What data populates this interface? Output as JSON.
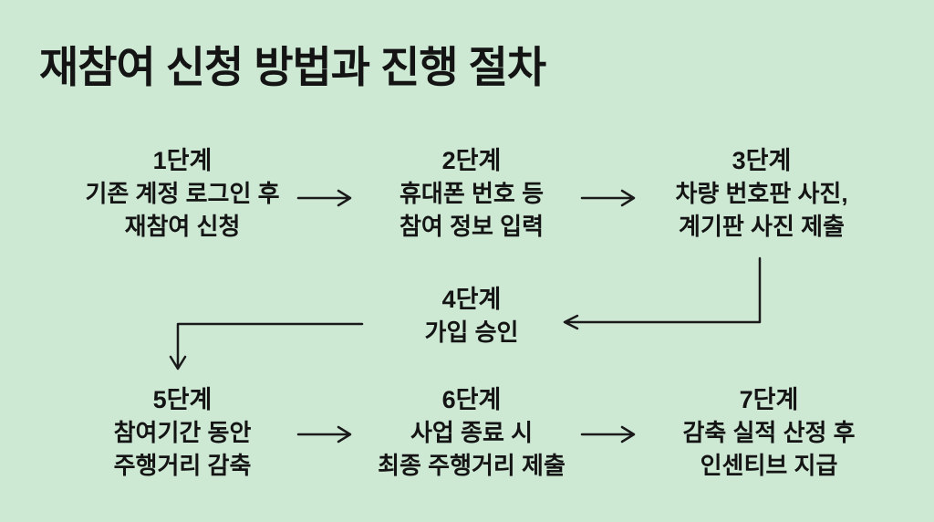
{
  "title": "재참여 신청 방법과 진행 절차",
  "colors": {
    "background": "#cde9d4",
    "text": "#141414",
    "arrow_line": "#1a1a1a"
  },
  "steps": [
    {
      "label": "1단계",
      "lines": [
        "기존 계정 로그인 후",
        "재참여 신청"
      ]
    },
    {
      "label": "2단계",
      "lines": [
        "휴대폰 번호 등",
        "참여 정보 입력"
      ]
    },
    {
      "label": "3단계",
      "lines": [
        "차량 번호판 사진,",
        "계기판 사진 제출"
      ]
    },
    {
      "label": "4단계",
      "lines": [
        "가입 승인"
      ]
    },
    {
      "label": "5단계",
      "lines": [
        "참여기간 동안",
        "주행거리 감축"
      ]
    },
    {
      "label": "6단계",
      "lines": [
        "사업 종료 시",
        "최종 주행거리 제출"
      ]
    },
    {
      "label": "7단계",
      "lines": [
        "감축 실적 산정 후",
        "인센티브 지급"
      ]
    }
  ],
  "connectors": [
    {
      "from": "1단계",
      "to": "2단계",
      "shape": "right-arrow"
    },
    {
      "from": "2단계",
      "to": "3단계",
      "shape": "right-arrow"
    },
    {
      "from": "3단계",
      "to": "4단계",
      "shape": "elbow-down-left-arrow"
    },
    {
      "from": "4단계",
      "to": "5단계",
      "shape": "elbow-left-down-arrow"
    },
    {
      "from": "5단계",
      "to": "6단계",
      "shape": "right-arrow"
    },
    {
      "from": "6단계",
      "to": "7단계",
      "shape": "right-arrow"
    }
  ]
}
